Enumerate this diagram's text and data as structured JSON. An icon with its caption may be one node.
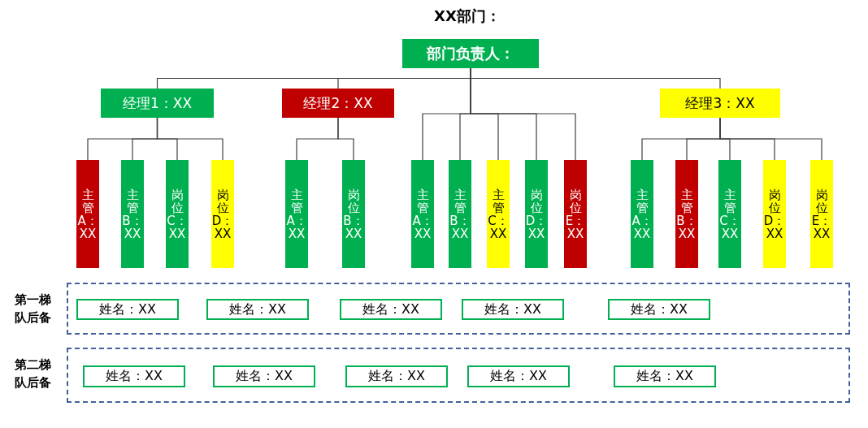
{
  "diagram": {
    "title": "XX部门：",
    "nodes": [
      {
        "text": [
          "部门负责人："
        ]
      },
      {
        "text": [
          "经理1：XX"
        ]
      },
      {
        "text": [
          "经理2：XX"
        ]
      },
      {
        "text": [
          "经理3：XX"
        ]
      },
      {
        "text": [
          "主管A：XX"
        ]
      },
      {
        "text": [
          "主管B：XX"
        ]
      },
      {
        "text": [
          "岗位C：XX"
        ]
      },
      {
        "text": [
          "岗位D：XX"
        ]
      },
      {
        "text": [
          "主管A：XX"
        ]
      },
      {
        "text": [
          "岗位B：XX"
        ]
      },
      {
        "text": [
          "主管A：XX"
        ]
      },
      {
        "text": [
          "主管B：XX"
        ]
      },
      {
        "text": [
          "主管C：XX"
        ]
      },
      {
        "text": [
          "岗位D：XX"
        ]
      },
      {
        "text": [
          "岗位E：XX"
        ]
      },
      {
        "text": [
          "主管A：XX"
        ]
      },
      {
        "text": [
          "主管B：XX"
        ]
      },
      {
        "text": [
          "主管C：XX"
        ]
      },
      {
        "text": [
          "岗位D：XX"
        ]
      },
      {
        "text": [
          "岗位E：XX"
        ]
      },
      {
        "text": [
          "第一梯队后备"
        ]
      },
      {
        "text": [
          "姓名：XX"
        ],
        "in": 20
      },
      {
        "text": [
          "姓名：XX"
        ],
        "in": 20
      },
      {
        "text": [
          "姓名：XX"
        ],
        "in": 20
      },
      {
        "text": [
          "姓名：XX"
        ],
        "in": 20
      },
      {
        "text": [
          "姓名：XX"
        ],
        "in": 20
      },
      {
        "text": [
          "第二梯队后备"
        ]
      },
      {
        "text": [
          "姓名：XX"
        ],
        "in": 26
      },
      {
        "text": [
          "姓名：XX"
        ],
        "in": 26
      },
      {
        "text": [
          "姓名：XX"
        ],
        "in": 26
      },
      {
        "text": [
          "姓名：XX"
        ],
        "in": 26
      },
      {
        "text": [
          "姓名：XX"
        ],
        "in": 26
      }
    ],
    "edges": [
      {
        "from": 0,
        "to": 1,
        "arrow": "none"
      },
      {
        "from": 0,
        "to": 2,
        "arrow": "none"
      },
      {
        "from": 0,
        "to": 3,
        "arrow": "none"
      },
      {
        "from": 1,
        "to": 4,
        "arrow": "none"
      },
      {
        "from": 1,
        "to": 5,
        "arrow": "none"
      },
      {
        "from": 1,
        "to": 6,
        "arrow": "none"
      },
      {
        "from": 1,
        "to": 7,
        "arrow": "none"
      },
      {
        "from": 2,
        "to": 8,
        "arrow": "none"
      },
      {
        "from": 2,
        "to": 9,
        "arrow": "none"
      },
      {
        "from": 0,
        "to": 10,
        "arrow": "none"
      },
      {
        "from": 0,
        "to": 11,
        "arrow": "none"
      },
      {
        "from": 0,
        "to": 12,
        "arrow": "none"
      },
      {
        "from": 0,
        "to": 13,
        "arrow": "none"
      },
      {
        "from": 0,
        "to": 14,
        "arrow": "none"
      },
      {
        "from": 3,
        "to": 15,
        "arrow": "none"
      },
      {
        "from": 3,
        "to": 16,
        "arrow": "none"
      },
      {
        "from": 3,
        "to": 17,
        "arrow": "none"
      },
      {
        "from": 3,
        "to": 18,
        "arrow": "none"
      },
      {
        "from": 3,
        "to": 19,
        "arrow": "none"
      }
    ]
  }
}
